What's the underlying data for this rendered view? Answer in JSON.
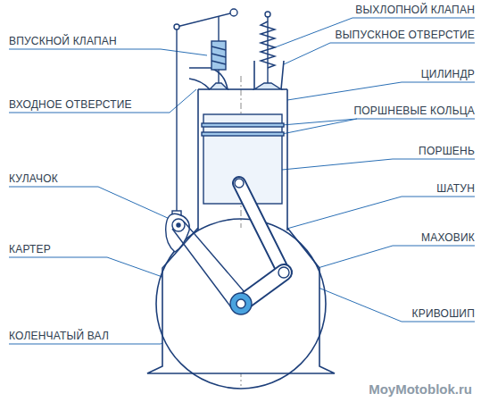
{
  "diagram": {
    "labels": [
      "ВЫХЛОПНОЙ КЛАПАН",
      "ВЫПУСКНОЕ ОТВЕРСТИЕ",
      "ВПУСКНОЙ КЛАПАН",
      "ЦИЛИНДР",
      "ВХОДНОЕ ОТВЕРСТИЕ",
      "ПОРШНЕВЫЕ КОЛЬЦА",
      "ПОРШЕНЬ",
      "КУЛАЧОК",
      "ШАТУН",
      "КАРТЕР",
      "МАХОВИК",
      "КРИВОШИП",
      "КОЛЕНЧАТЫЙ ВАЛ",
      "MoyMotoblok.ru"
    ]
  }
}
